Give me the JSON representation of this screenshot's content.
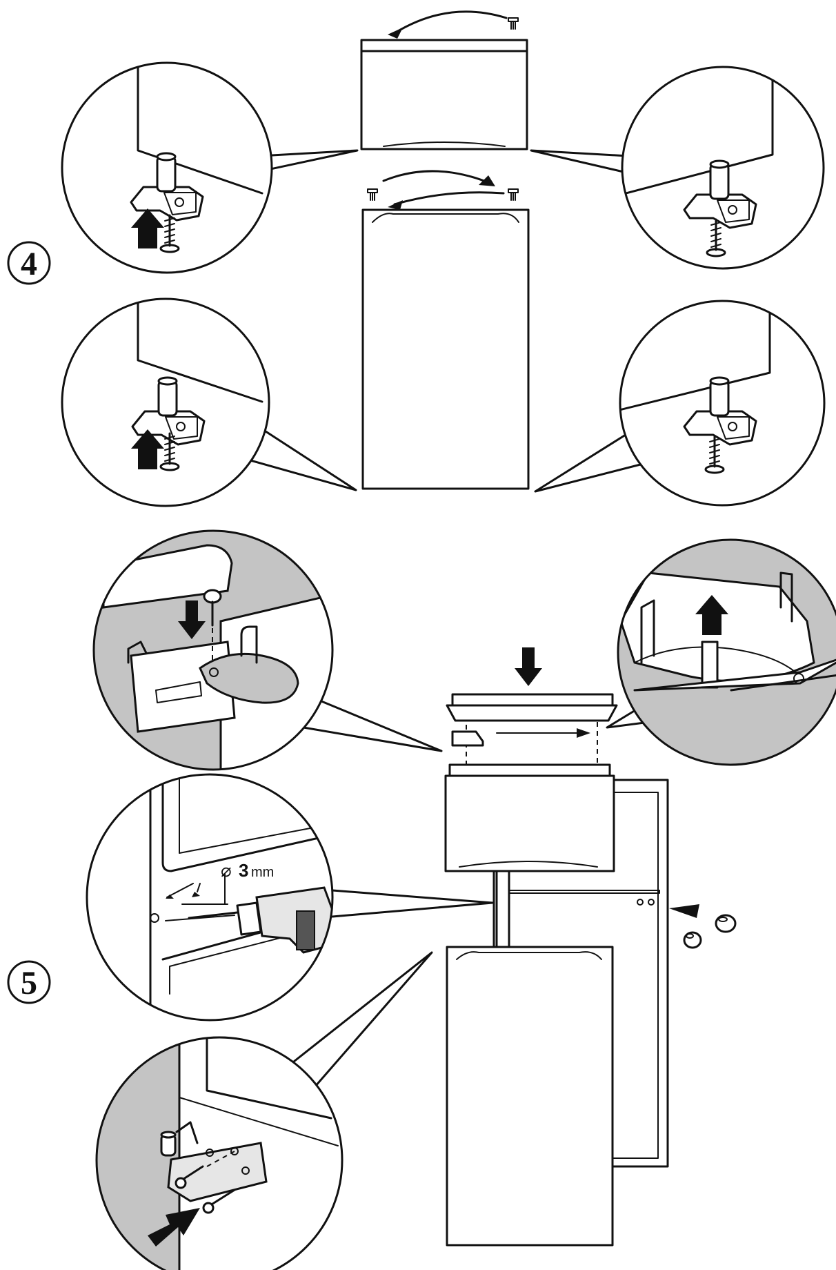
{
  "steps": [
    {
      "number": "4"
    },
    {
      "number": "5"
    }
  ],
  "dimension": {
    "symbol": "⌀",
    "value": "3",
    "unit": "mm"
  }
}
